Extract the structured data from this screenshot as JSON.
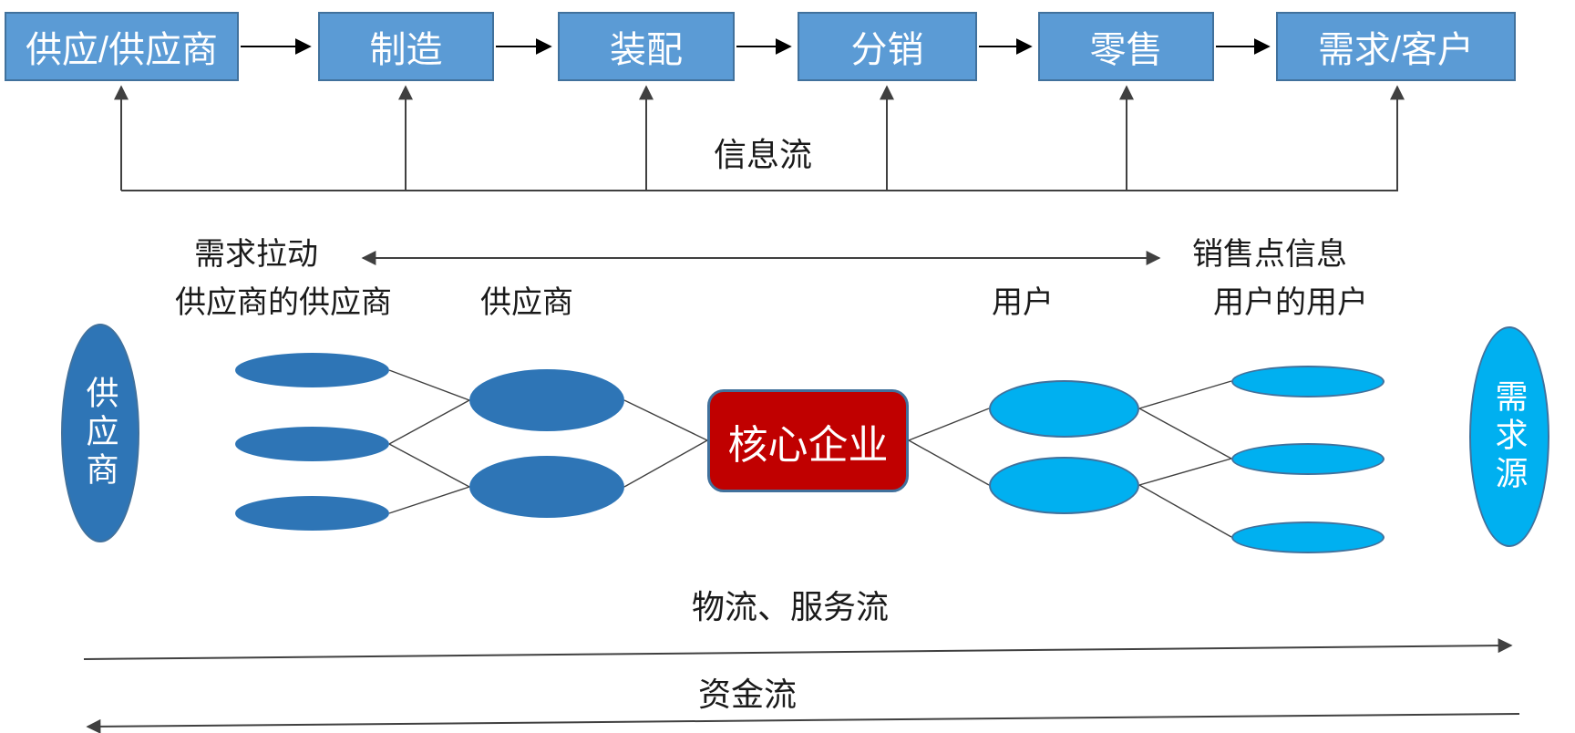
{
  "process_chain": {
    "stages": [
      "供应/供应商",
      "制造",
      "装配",
      "分销",
      "零售",
      "需求/客户"
    ],
    "feedback_label": "信息流"
  },
  "pull_arrow": {
    "left_label": "需求拉动",
    "right_label": "销售点信息"
  },
  "tier_labels": {
    "suppliers_supplier": "供应商的供应商",
    "supplier": "供应商",
    "user": "用户",
    "users_user": "用户的用户"
  },
  "network": {
    "supply_source_label": "供应商",
    "core_label": "核心企业",
    "demand_source_label": "需求源"
  },
  "flows": {
    "logistics_label": "物流、服务流",
    "capital_label": "资金流"
  },
  "colors": {
    "box_blue": "#5B9BD5",
    "box_border": "#41719C",
    "dark_blue": "#2E75B6",
    "cyan": "#00B0F0",
    "core_red": "#C00000",
    "line_dark": "#404040",
    "text_white": "#FFFFFF",
    "label_black": "#1A1A1A"
  }
}
